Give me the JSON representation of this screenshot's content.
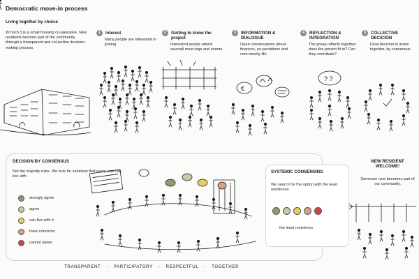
{
  "title": "Democratic move-in process",
  "subtitle": "Living together by choice",
  "intro": "W hoch 3 is a small housing co-operative. New residents become part of the community through a transparent and col-lective decision-making process.",
  "steps": [
    {
      "num": "1",
      "title": "Interest",
      "desc": "Many people are interested in joining."
    },
    {
      "num": "2",
      "title": "Getting to know the project",
      "desc": "Interested people attend severall meet-ings and events."
    },
    {
      "num": "3",
      "title": "INFORMATION & DIALOGUE",
      "desc": "Open conversations about finances, ex-pectations and com-munity life."
    },
    {
      "num": "4",
      "title": "REFLECTION & INTEGRATION",
      "desc": "The group reflects together: does the person fit in? Can they contribute?"
    },
    {
      "num": "5",
      "title": "COLLECTIVE DECICION",
      "desc": "Final decicion is made togehter, by consensus."
    }
  ],
  "consensus": {
    "title": "DECISION BY CONSENSUS",
    "desc": "Not the majority rules. We look for solutions that every-one can live with.",
    "legend": [
      {
        "label": "strongly agree",
        "color": "#8f9c6a"
      },
      {
        "label": "agree",
        "color": "#c9c9a6"
      },
      {
        "label": "can live with it",
        "color": "#e8cc63"
      },
      {
        "label": "have concerns",
        "color": "#d8a184"
      },
      {
        "label": "cannot agree",
        "color": "#c8483c"
      }
    ]
  },
  "systemic": {
    "title": "SYSTEMIC CONSENSING",
    "desc": "We search for the option with the least resistence.",
    "options": [
      "#8f9c6a",
      "#c9c9a6",
      "#e8cc63",
      "#d8a184",
      "#c8483c"
    ],
    "note": "the least resistence."
  },
  "new_resident": {
    "title": "NEW RESIDENT WELCOME!",
    "desc": "Someone new becomes part of our community."
  },
  "values": [
    "TRANSPARENT",
    "PARTICIPATORY",
    "RESPECTFUL",
    "TOGETHER"
  ]
}
